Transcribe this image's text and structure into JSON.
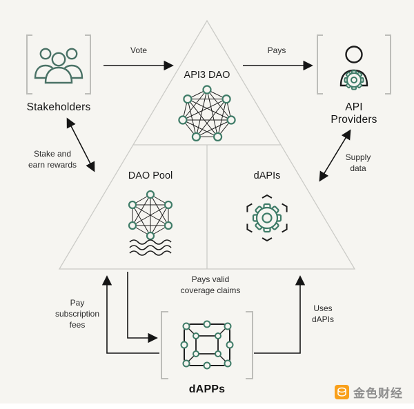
{
  "colors": {
    "background": "#f6f5f1",
    "accent_teal": "#3f7c68",
    "people_teal": "#4a7266",
    "line_dark": "#1d1d1d",
    "triangle_gray": "#cbcbc7",
    "bracket_gray": "#bdbdb9",
    "watermark_orange": "#f9a01b",
    "watermark_text_gray": "#8e8e8e"
  },
  "diagram": {
    "nodes": {
      "stakeholders": "Stakeholders",
      "api_providers": "API Providers",
      "api3_dao": "API3 DAO",
      "dao_pool": "DAO Pool",
      "dapis": "dAPIs",
      "dapps": "dAPPs"
    },
    "edges": {
      "vote": "Vote",
      "pays": "Pays",
      "stake": "Stake and\nearn rewards",
      "supply": "Supply\ndata",
      "coverage": "Pays valid\ncoverage claims",
      "subscription": "Pay\nsubscription\nfees",
      "uses": "Uses\ndAPIs"
    },
    "icons": [
      "stakeholders-people-icon",
      "api-providers-person-gear-icon",
      "api3-dao-network-icon",
      "dao-pool-network-waves-icon",
      "dapis-hexagon-gear-icon",
      "dapps-cube-network-icon"
    ]
  },
  "watermark": {
    "brand": "金色财经"
  }
}
